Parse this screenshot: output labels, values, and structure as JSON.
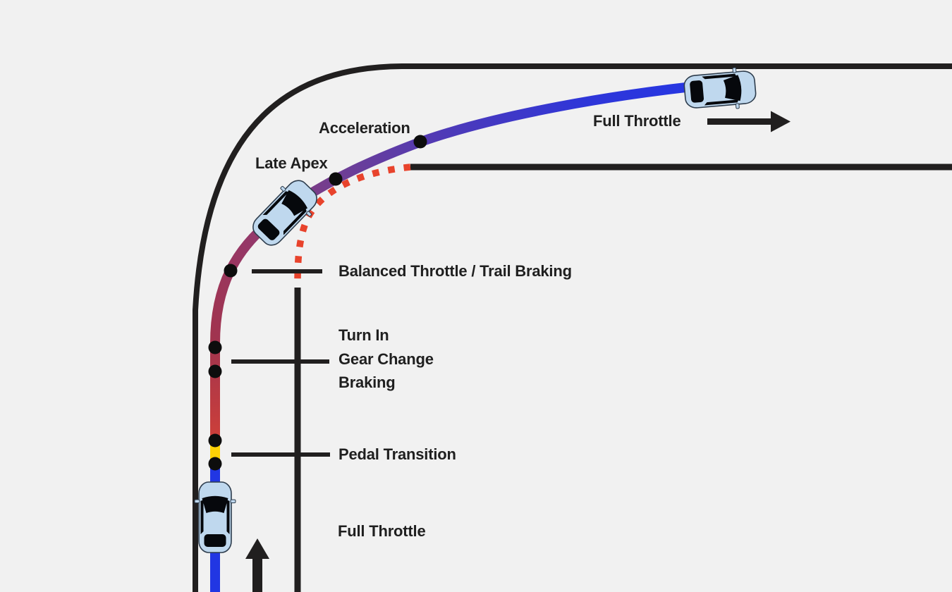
{
  "labels": {
    "acceleration": "Acceleration",
    "late_apex": "Late Apex",
    "full_throttle_exit": "Full Throttle",
    "balanced_throttle": "Balanced Throttle / Trail Braking",
    "turn_in": "Turn In",
    "gear_change": "Gear Change",
    "braking": "Braking",
    "pedal_transition": "Pedal Transition",
    "full_throttle_entry": "Full Throttle"
  },
  "icons": {
    "exit_direction_arrow": "arrow-right",
    "entry_direction_arrow": "arrow-up",
    "race_car": "top-view-car"
  },
  "colors": {
    "background": "#f1f1f1",
    "track_edge": "#211f1f",
    "label_text": "#1f1f1f",
    "racing_blue": "#2136e3",
    "racing_blue_end": "#2337e6",
    "racing_indigo_mid": "#2f36d8",
    "racing_indigo": "#4e3ab8",
    "racing_purple": "#6f3e94",
    "racing_magenta": "#93386c",
    "racing_dark_red": "#a1344e",
    "racing_red": "#d04038",
    "racing_yellow": "#fdd205",
    "apex_dotted_red": "#e8432c",
    "waypoint_dot": "#0d0d0d",
    "car_body": "#bfd8ee",
    "car_window": "#06080c",
    "car_outline": "#2e3d4d"
  }
}
